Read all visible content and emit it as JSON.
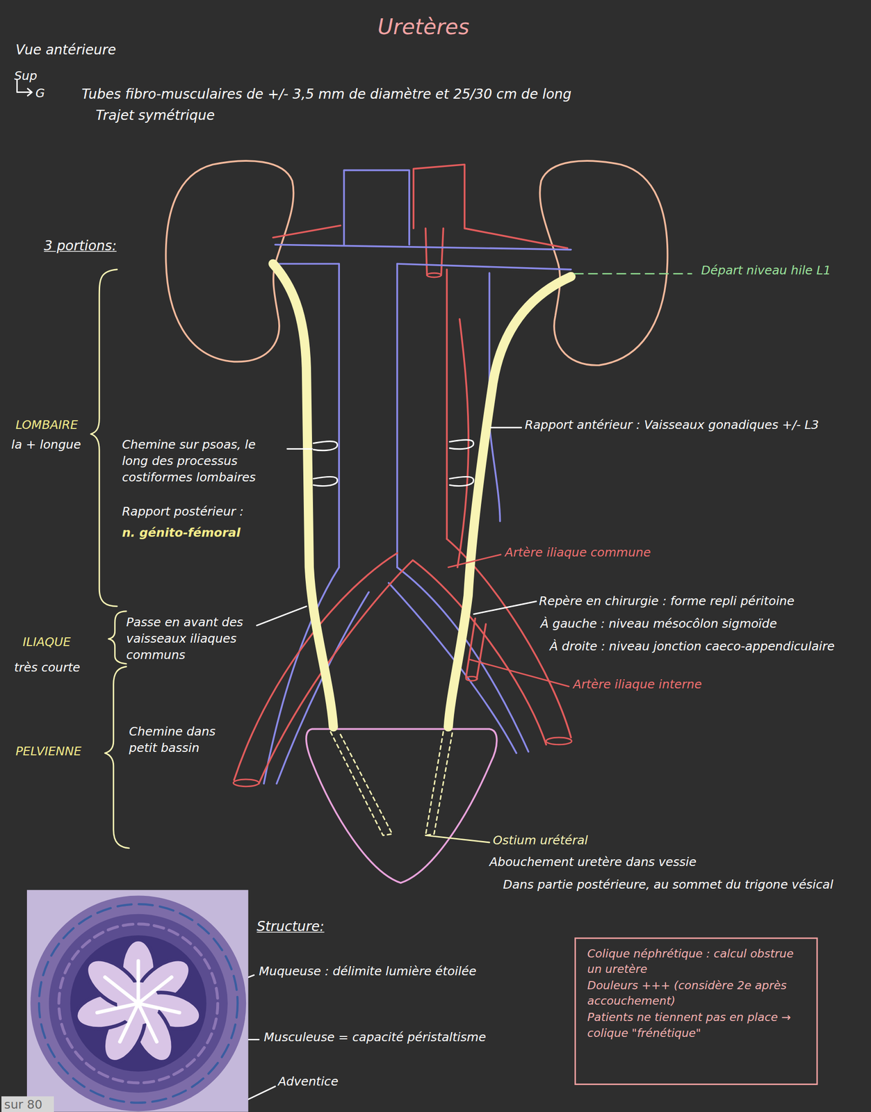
{
  "diagram": {
    "title": "Uretères",
    "nodes": [
      {
        "text": [
          "Colique néphrétique : calcul obstrue un uretère",
          "Douleurs +++ (considère 2e après accouchement)",
          "Patients ne tiennent pas en place → colique \"frénétique\""
        ]
      }
    ],
    "labels": [
      "Vue antérieure",
      "Sup",
      "G",
      "Tubes fibro-musculaires de +/- 3,5 mm de diamètre et 25/30 cm de long",
      "Trajet symétrique",
      "3 portions:",
      "LOMBAIRE",
      "la + longue",
      "Chemine sur psoas, le long des processus costiformes lombaires",
      "Rapport postérieur :",
      "n. génito-fémoral",
      "ILIAQUE",
      "très courte",
      "Passe en avant des vaisseaux iliaques communs",
      "PELVIENNE",
      "Chemine dans petit bassin",
      "Départ niveau hile L1",
      "Rapport antérieur : Vaisseaux gonadiques +/- L3",
      "Artère iliaque commune",
      "Repère en chirurgie : forme repli péritoine",
      "À gauche : niveau mésocôlon sigmoïde",
      "À droite : niveau jonction caeco-appendiculaire",
      "Artère iliaque interne",
      "Ostium urétéral",
      "Abouchement uretère dans vessie",
      "Dans partie postérieure, au sommet du trigone vésical",
      "Structure:",
      "Muqueuse : délimite lumière étoilée",
      "Musculeuse = capacité péristaltisme",
      "Adventice",
      "sur 80"
    ]
  }
}
